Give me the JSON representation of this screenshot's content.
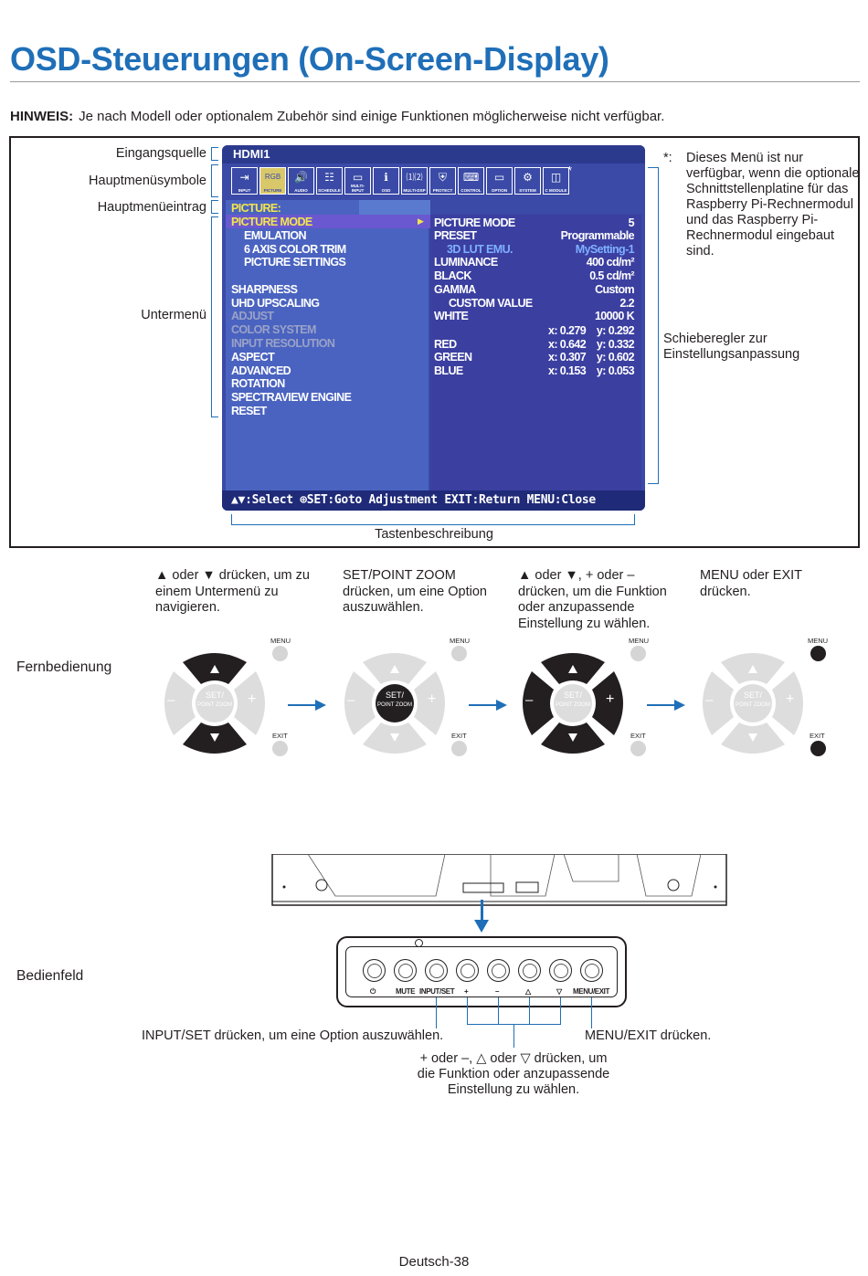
{
  "title": "OSD-Steuerungen (On-Screen-Display)",
  "note": {
    "label": "HINWEIS:",
    "text": "Je nach Modell oder optionalem Zubehör sind einige Funktionen möglicherweise nicht verfügbar."
  },
  "callouts": {
    "input_source": "Eingangsquelle",
    "main_icons": "Hauptmenüsymbole",
    "main_entry": "Hauptmenüeintrag",
    "submenu": "Untermenü",
    "slider": "Schieberegler zur Einstellungsanpassung",
    "key_desc": "Tastenbeschreibung",
    "footnote_mark": "*:",
    "footnote": "Dieses Menü ist nur verfügbar, wenn die optionale Schnittstellenplatine für das Raspberry Pi-Rechnermodul und das Raspberry Pi-Rechnermodul eingebaut sind."
  },
  "osd": {
    "input": "HDMI1",
    "icons": [
      {
        "cap": "INPUT",
        "glyph": "⇥"
      },
      {
        "cap": "PICTURE",
        "glyph": "RGB"
      },
      {
        "cap": "AUDIO",
        "glyph": "🔊"
      },
      {
        "cap": "SCHEDULE",
        "glyph": "☷"
      },
      {
        "cap": "MULTI-INPUT",
        "glyph": "▭"
      },
      {
        "cap": "OSD",
        "glyph": "ℹ"
      },
      {
        "cap": "MULTI-DSP",
        "glyph": "⑴⑵"
      },
      {
        "cap": "PROTECT",
        "glyph": "⛨"
      },
      {
        "cap": "CONTROL",
        "glyph": "⌨"
      },
      {
        "cap": "OPTION",
        "glyph": "▭"
      },
      {
        "cap": "SYSTEM",
        "glyph": "⚙"
      },
      {
        "cap": "C MODULE",
        "glyph": "◫"
      }
    ],
    "menu_title": "PICTURE:",
    "left_items": [
      "PICTURE MODE",
      "EMULATION",
      "6 AXIS COLOR TRIM",
      "PICTURE SETTINGS",
      "SHARPNESS",
      "UHD UPSCALING",
      "ADJUST",
      "COLOR SYSTEM",
      "INPUT RESOLUTION",
      "ASPECT",
      "ADVANCED",
      "ROTATION",
      "SPECTRAVIEW ENGINE",
      "RESET"
    ],
    "right_labels": [
      "PICTURE MODE",
      "PRESET",
      "3D LUT EMU.",
      "LUMINANCE",
      "BLACK",
      "GAMMA",
      "CUSTOM VALUE",
      "WHITE",
      "RED",
      "GREEN",
      "BLUE"
    ],
    "right_values": [
      "5",
      "Programmable",
      "MySetting-1",
      "400 cd/m²",
      "0.5 cd/m²",
      "Custom",
      "2.2",
      "10000 K"
    ],
    "xy": [
      {
        "x": "x: 0.279",
        "y": "y: 0.292"
      },
      {
        "x": "x: 0.642",
        "y": "y: 0.332"
      },
      {
        "x": "x: 0.307",
        "y": "y: 0.602"
      },
      {
        "x": "x: 0.153",
        "y": "y: 0.053"
      }
    ],
    "bottom": ":Select  ⊕SET:Goto Adjustment  EXIT:Return  MENU:Close"
  },
  "remote": {
    "label": "Fernbedienung",
    "steps": [
      "▲ oder ▼ drücken, um zu einem Untermenü zu navigieren.",
      "SET/POINT ZOOM drücken, um eine Option auszuwählen.",
      "▲ oder ▼, + oder – drücken, um die Funktion oder anzupassende Einstellung zu wählen.",
      "MENU oder EXIT drücken."
    ],
    "menu": "MENU",
    "exit": "EXIT",
    "set1": "SET/",
    "set2": "POINT ZOOM",
    "minus": "–",
    "plus": "+"
  },
  "panel": {
    "label": "Bedienfeld",
    "buttons": [
      "⏻",
      "MUTE",
      "INPUT/SET",
      "+",
      "–",
      "△",
      "▽",
      "MENU/EXIT"
    ],
    "desc_input": "INPUT/SET drücken, um eine Option auszuwählen.",
    "desc_menu": "MENU/EXIT drücken.",
    "desc_adjust": "+ oder –, △ oder ▽ drücken, um die Funktion oder anzupassende Einstellung zu wählen."
  },
  "footer": "Deutsch-38"
}
